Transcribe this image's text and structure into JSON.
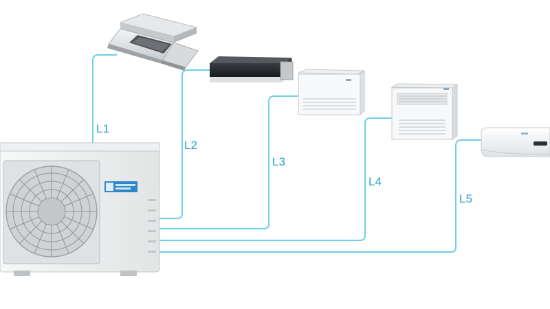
{
  "labels": {
    "l1": "L1",
    "l2": "L2",
    "l3": "L3",
    "l4": "L4",
    "l5": "L5"
  },
  "colors": {
    "pipe": "#6fd0e6",
    "label": "#2a9fc6",
    "brand": "#2f86c8"
  },
  "icons": {
    "outdoor": "outdoor-unit-icon",
    "cassette": "ceiling-cassette-icon",
    "duct": "ducted-unit-icon",
    "ceiling": "ceiling-suspended-icon",
    "floor": "floor-console-icon",
    "wall": "wall-mounted-icon"
  }
}
